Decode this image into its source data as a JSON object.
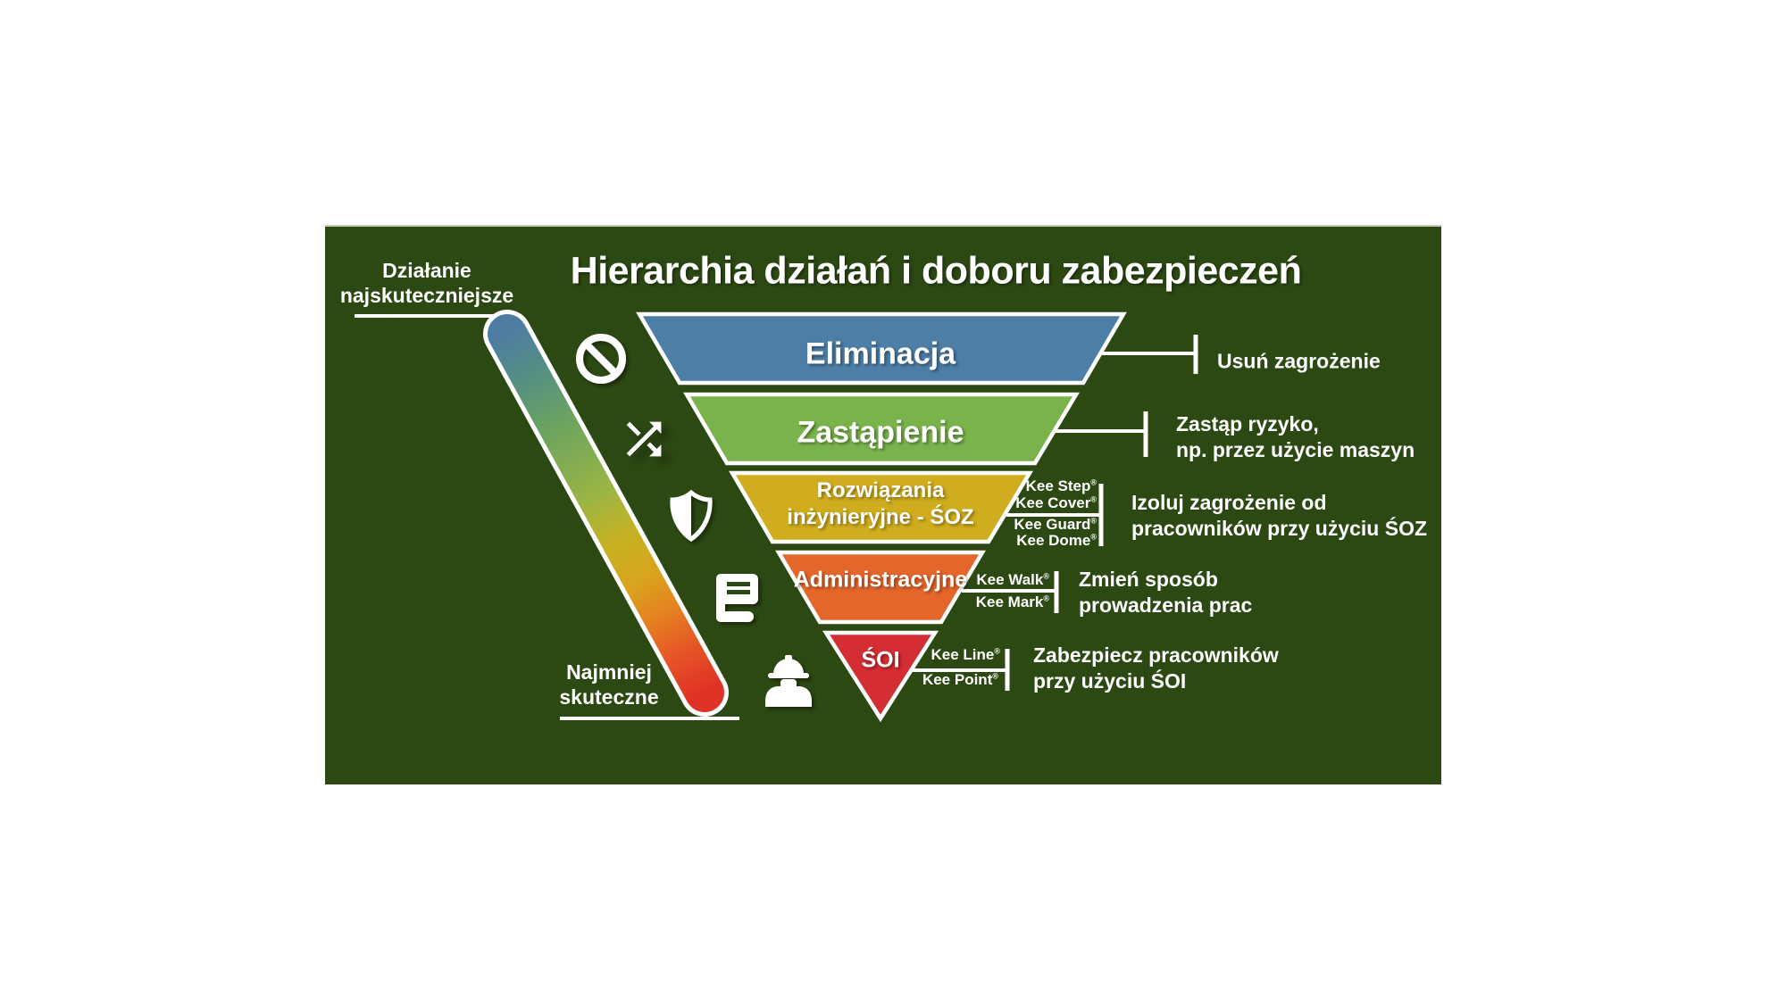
{
  "title": "Hierarchia działań i doboru zabezpieczeń",
  "reg_mark": "®",
  "background_color": "#2c4913",
  "effectiveness": {
    "top_line1": "Działanie",
    "top_line2": "najskuteczniejsze",
    "bottom_line1": "Najmniej",
    "bottom_line2": "skuteczne",
    "gradient": [
      "#4e7da1",
      "#57917f",
      "#6da45f",
      "#9ab544",
      "#c6b122",
      "#d8a51e",
      "#e5831f",
      "#e65427",
      "#e03125"
    ]
  },
  "levels": [
    {
      "label": "Eliminacja",
      "color": "#4d7ea6",
      "icon": "prohibition-icon"
    },
    {
      "label": "Zastąpienie",
      "color": "#7ab34c",
      "icon": "shuffle-icon"
    },
    {
      "label": "Rozwiązania",
      "label2": "inżynieryjne - ŚOZ",
      "color": "#d0ad1e",
      "icon": "shield-icon"
    },
    {
      "label": "Administracyjne",
      "color": "#e5662b",
      "icon": "book-icon"
    },
    {
      "label": "ŚOI",
      "color": "#d42d33",
      "icon": "worker-icon"
    }
  ],
  "annotations": [
    {
      "line1": "Usuń zagrożenie"
    },
    {
      "line1": "Zastąp ryzyko,",
      "line2": "np. przez użycie maszyn"
    },
    {
      "line1": "Izoluj zagrożenie od",
      "line2": "pracowników przy użyciu ŚOZ"
    },
    {
      "line1": "Zmień sposób",
      "line2": "prowadzenia prac"
    },
    {
      "line1": "Zabezpiecz pracowników",
      "line2": "przy użyciu ŚOI"
    }
  ],
  "products": {
    "soz_above": [
      "Kee Step",
      "Kee Cover"
    ],
    "soz_below": [
      "Kee Guard",
      "Kee Dome"
    ],
    "admin_above": [
      "Kee Walk"
    ],
    "admin_below": [
      "Kee Mark"
    ],
    "soi_above": [
      "Kee Line"
    ],
    "soi_below": [
      "Kee Point"
    ]
  }
}
